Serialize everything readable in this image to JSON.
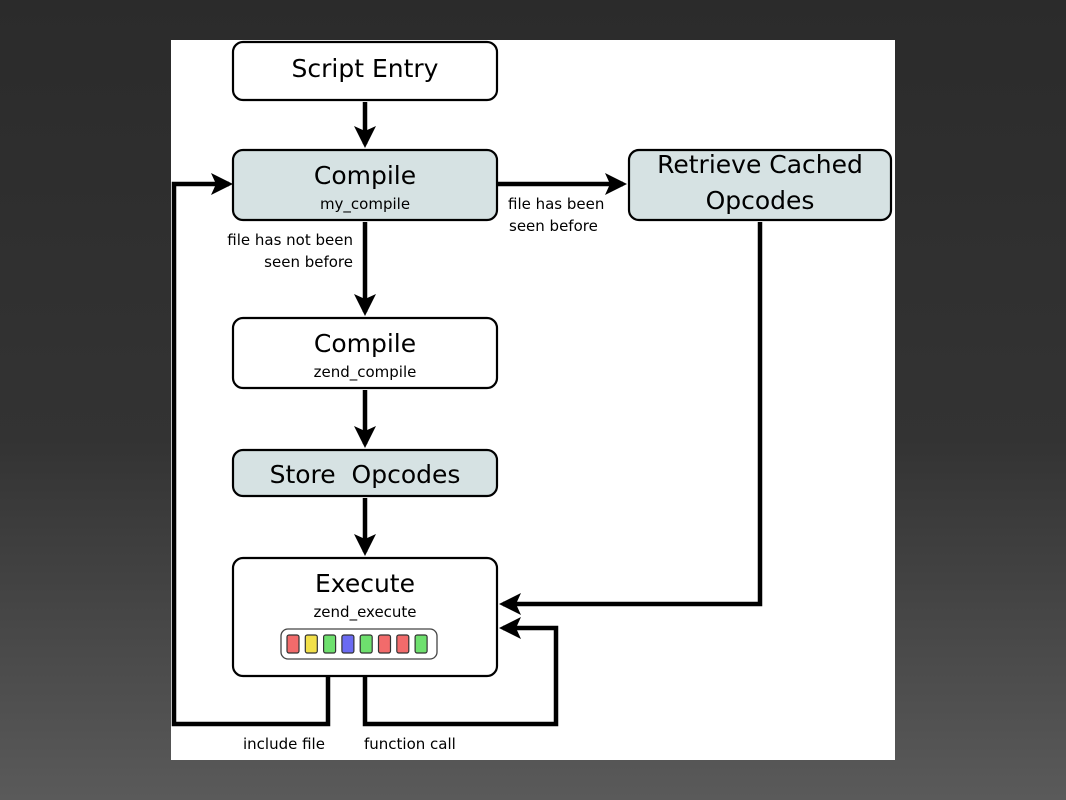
{
  "colors": {
    "box_plain": "#ffffff",
    "box_cache": "#d6e2e3",
    "opcode_red": "#f26b6b",
    "opcode_yellow": "#f2e04a",
    "opcode_green": "#6ee06e",
    "opcode_blue": "#6b6bf2"
  },
  "nodes": {
    "script_entry": {
      "title": "Script Entry"
    },
    "compile_my": {
      "title": "Compile",
      "sub": "my_compile"
    },
    "retrieve_cached": {
      "title_line1": "Retrieve Cached",
      "title_line2": "Opcodes"
    },
    "compile_zend": {
      "title": "Compile",
      "sub": "zend_compile"
    },
    "store_opcodes": {
      "title": "Store  Opcodes"
    },
    "execute": {
      "title": "Execute",
      "sub": "zend_execute"
    }
  },
  "opcode_strip": [
    "red",
    "yellow",
    "green",
    "blue",
    "green",
    "red",
    "red",
    "green"
  ],
  "edges": {
    "seen_before": {
      "line1": "file has been",
      "line2": "seen before"
    },
    "not_seen_before": {
      "line1": "file has not been",
      "line2": "seen before"
    },
    "include_file": {
      "label": "include file"
    },
    "function_call": {
      "label": "function call"
    }
  }
}
